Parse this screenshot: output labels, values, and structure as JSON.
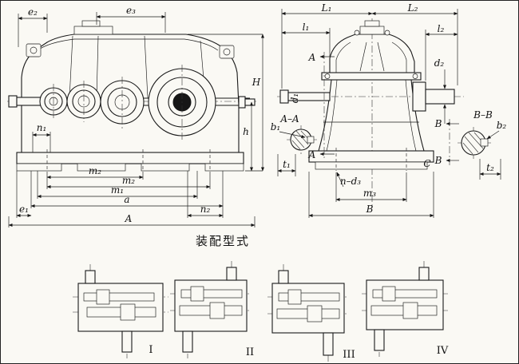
{
  "front_view": {
    "e2": "e₂",
    "e3": "e₃",
    "H": "H",
    "h": "h",
    "n1": "n₁",
    "m2_upper": "m₂",
    "m2_lower": "m₂",
    "m1": "m₁",
    "a": "a",
    "e1": "e₁",
    "n2": "n₂",
    "A_overall": "A"
  },
  "side_view": {
    "L1": "L₁",
    "L2": "L₂",
    "l1": "l₁",
    "l2": "l₂",
    "d1": "d₁",
    "d2": "d₂",
    "section_a_top": "A",
    "section_a_bottom": "A",
    "section_aa": "A–A",
    "b1": "b₁",
    "t1": "t₁",
    "section_b_top": "B",
    "section_b_bottom": "B",
    "section_bb": "B–B",
    "b2": "b₂",
    "t2": "t₂",
    "c": "C",
    "bolt_callout": "n–d₃",
    "m3": "m₃",
    "B_overall": "B"
  },
  "assembly_variants": {
    "caption": "装配型式",
    "v1": "I",
    "v2": "II",
    "v3": "III",
    "v4": "IV"
  }
}
